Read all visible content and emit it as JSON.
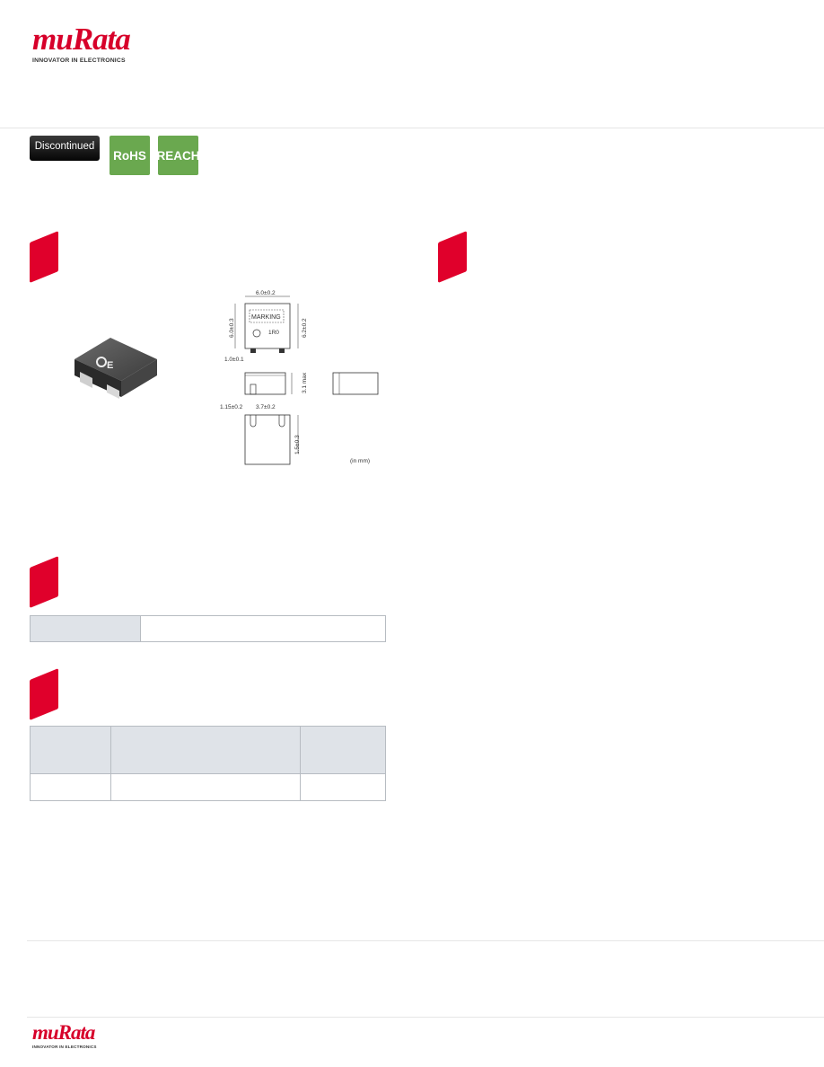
{
  "header": {
    "logo_word": "muRata",
    "logo_tagline": "INNOVATOR IN ELECTRONICS"
  },
  "badges": {
    "status": "Discontinued",
    "rohs": "RoHS",
    "reach": "REACH"
  },
  "drawing": {
    "dims": {
      "top_width": "6.0±0.2",
      "left_height": "6.0±0.3",
      "right_height": "6.2±0.2",
      "lead": "1.0±0.1",
      "side_height": "3.1 max",
      "bottom_left": "1.15±0.2",
      "bottom_center": "3.7±0.2",
      "bottom_right": "1.5±0.3",
      "unit": "(in mm)"
    },
    "marking_label": "MARKING",
    "marking_code": "1R0",
    "component_letter": "E"
  },
  "footer": {
    "logo_word": "muRata",
    "logo_tagline": "INNOVATOR IN ELECTRONICS"
  },
  "colors": {
    "brand_red": "#d7002a",
    "badge_green": "#6aa84f"
  }
}
